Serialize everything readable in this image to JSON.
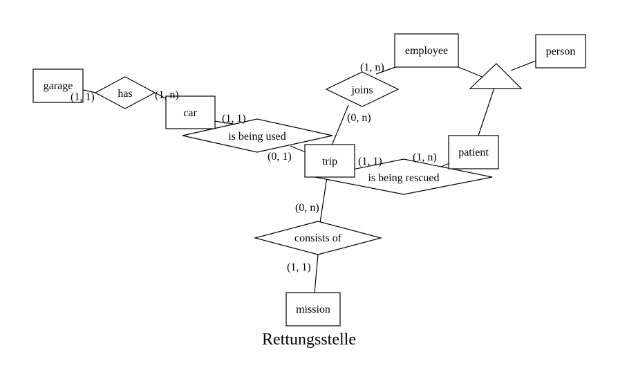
{
  "title": "Rettungsstelle",
  "entities": {
    "garage": "garage",
    "car": "car",
    "employee": "employee",
    "person": "person",
    "trip": "trip",
    "patient": "patient",
    "mission": "mission"
  },
  "relationships": {
    "has": "has",
    "joins": "joins",
    "is_being_used": "is being used",
    "is_being_rescued": "is being rescued",
    "consists_of": "consists of"
  },
  "cardinalities": {
    "garage_has": "(1, 1)",
    "has_car": "(1, n)",
    "car_used": "(1, 1)",
    "used_trip": "(0, 1)",
    "joins_employee": "(1, n)",
    "joins_trip": "(0, n)",
    "trip_rescued": "(1, 1)",
    "rescued_patient": "(1, n)",
    "trip_consists": "(0, n)",
    "consists_mission": "(1, 1)"
  }
}
